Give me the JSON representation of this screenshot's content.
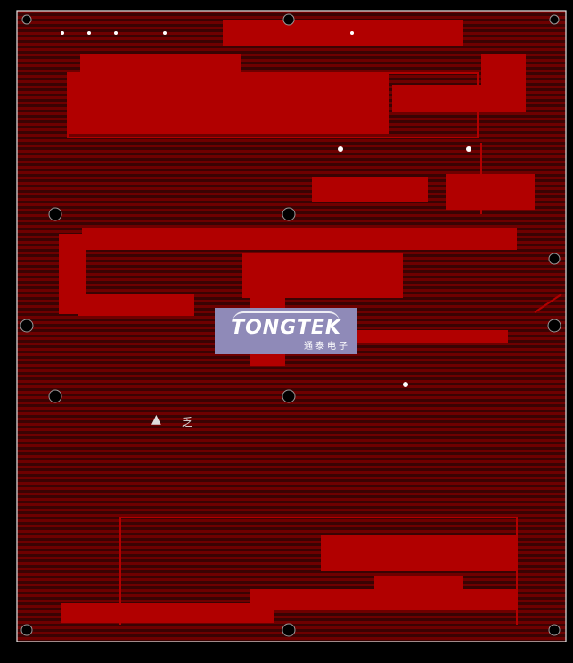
{
  "board": {
    "logo_text": "TONGTEK",
    "logo_subtext": "通泰电子",
    "marker_glyph": "▲",
    "marker_symbol": "乏",
    "colors": {
      "background": "#000000",
      "board_fill": "#4a0808",
      "trace": "#b10000",
      "trace_dark": "#8a0000",
      "via": "#d9d9ff",
      "outline": "#e6e6e6",
      "logo_bg": "#8f8ab8"
    }
  }
}
